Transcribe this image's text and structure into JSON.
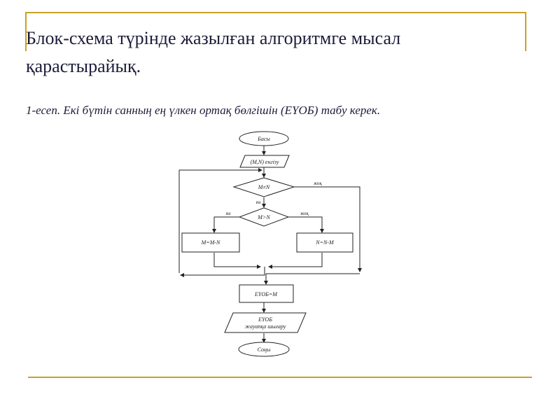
{
  "slide": {
    "title": "Блок-схема түрінде жазылған алгоритмге мысал қарастырайық.",
    "subtitle": "1-есеп. Екі бүтін санның ең үлкен ортақ бөлгішін (ЕҮОБ) табу керек.",
    "accent_color": "#c9a227"
  },
  "flowchart": {
    "start": "Басы",
    "input": "(M,N) енгізу",
    "cond1": "M≠N",
    "cond1_yes": "иә",
    "cond1_no": "жоқ",
    "cond2": "M>N",
    "cond2_yes": "иә",
    "cond2_no": "жоқ",
    "proc_left": "M=M-N",
    "proc_right": "N=N-M",
    "assign": "ЕҮОБ=M",
    "output_line1": "ЕҮОБ",
    "output_line2": "жауапқа шығару",
    "end": "Соңы"
  }
}
